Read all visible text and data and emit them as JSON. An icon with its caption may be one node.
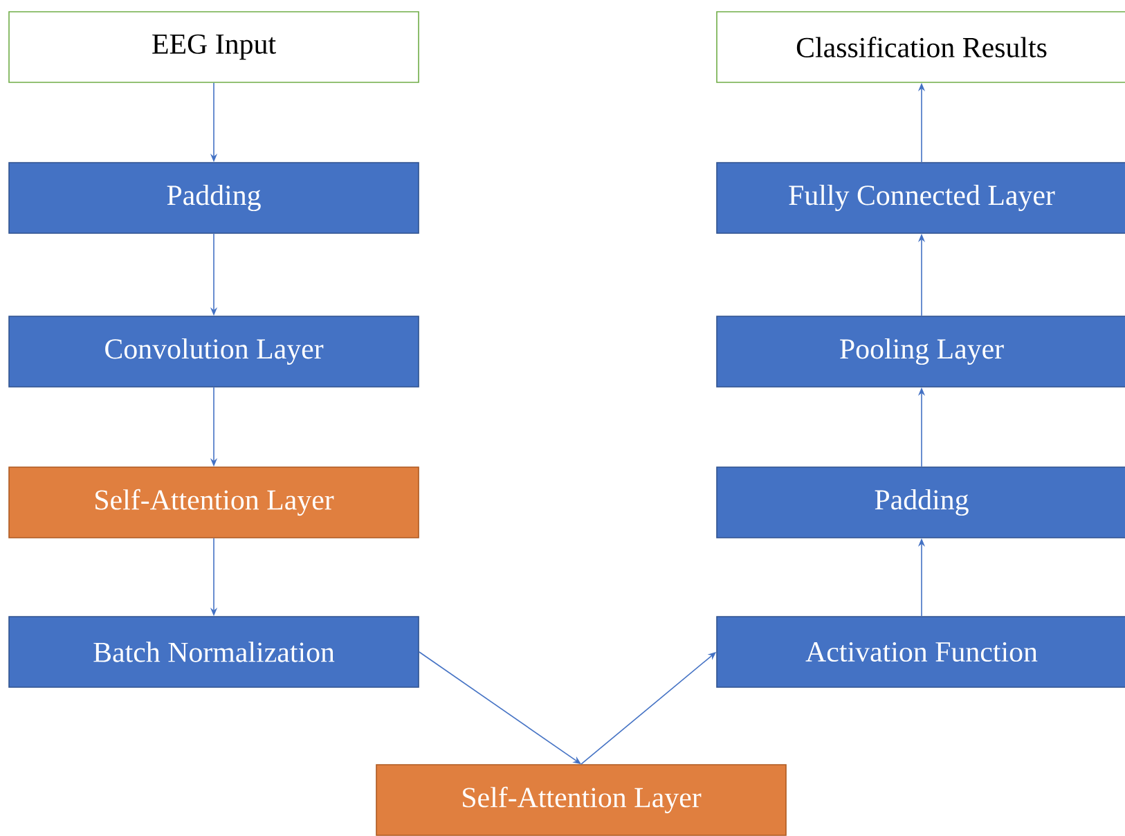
{
  "diagram": {
    "nodes": [
      {
        "text": [
          "EEG Input"
        ]
      },
      {
        "text": [
          "Padding"
        ]
      },
      {
        "text": [
          "Convolution Layer"
        ]
      },
      {
        "text": [
          "Self-Attention Layer"
        ]
      },
      {
        "text": [
          "Batch Normalization"
        ]
      },
      {
        "text": [
          "Self-Attention Layer"
        ]
      },
      {
        "text": [
          "Activation Function"
        ]
      },
      {
        "text": [
          "Padding"
        ]
      },
      {
        "text": [
          "Pooling Layer"
        ]
      },
      {
        "text": [
          "Fully Connected Layer"
        ]
      },
      {
        "text": [
          "Classification Results"
        ]
      }
    ],
    "edges": [
      {
        "from": 0,
        "to": 1,
        "arrow": "to"
      },
      {
        "from": 1,
        "to": 2,
        "arrow": "to"
      },
      {
        "from": 2,
        "to": 3,
        "arrow": "to"
      },
      {
        "from": 3,
        "to": 4,
        "arrow": "to"
      },
      {
        "from": 4,
        "to": 5,
        "arrow": "to"
      },
      {
        "from": 5,
        "to": 6,
        "arrow": "to"
      },
      {
        "from": 6,
        "to": 7,
        "arrow": "to"
      },
      {
        "from": 7,
        "to": 8,
        "arrow": "to"
      },
      {
        "from": 8,
        "to": 9,
        "arrow": "to"
      },
      {
        "from": 9,
        "to": 10,
        "arrow": "to"
      }
    ]
  }
}
